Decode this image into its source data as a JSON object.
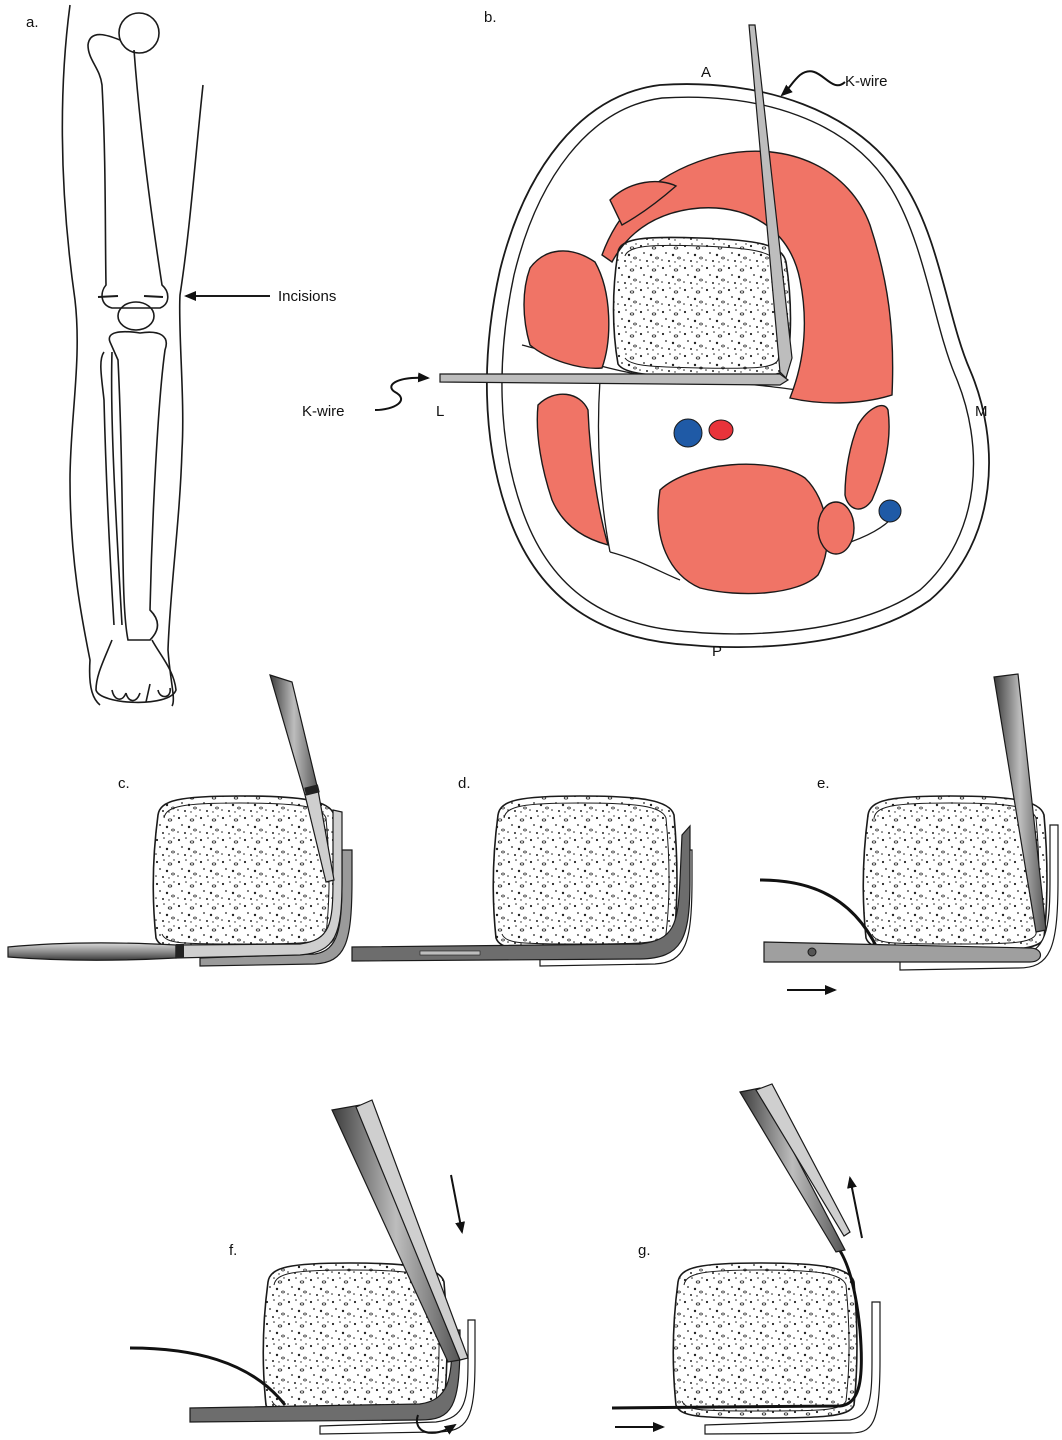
{
  "panels": {
    "a": {
      "label": "a.",
      "annotation": "Incisions"
    },
    "b": {
      "label": "b.",
      "anterior": "A",
      "posterior": "P",
      "lateral": "L",
      "medial": "M",
      "kwire_top": "K-wire",
      "kwire_left": "K-wire"
    },
    "c": {
      "label": "c."
    },
    "d": {
      "label": "d."
    },
    "e": {
      "label": "e."
    },
    "f": {
      "label": "f."
    },
    "g": {
      "label": "g."
    }
  },
  "colors": {
    "muscle": "#f07466",
    "vein": "#1f5aa6",
    "artery": "#e8333a",
    "outline": "#1a1a1a",
    "instrument": "#8c8c8c"
  }
}
